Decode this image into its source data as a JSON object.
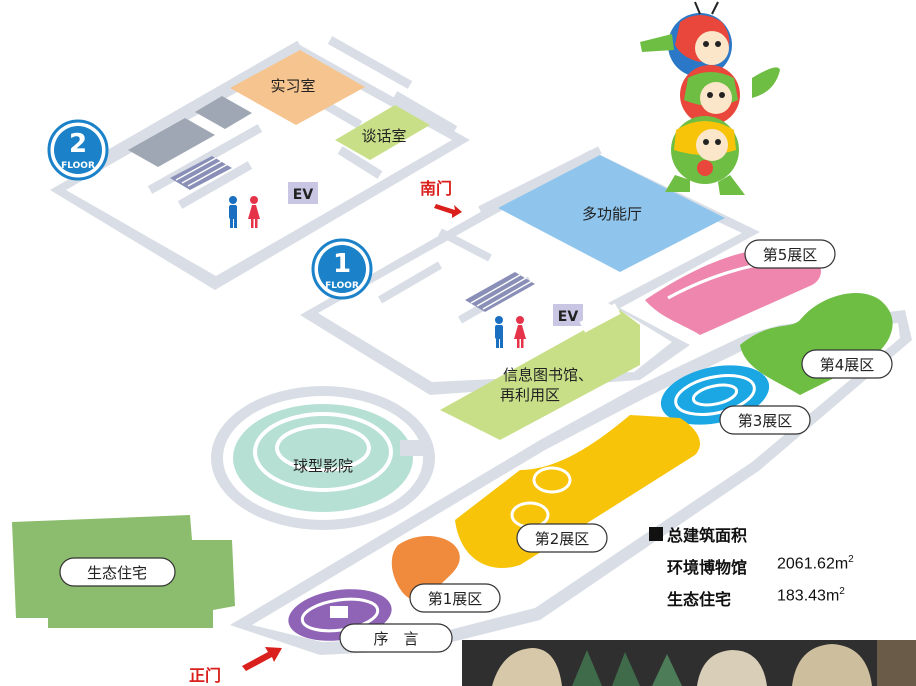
{
  "floors": {
    "floor2": {
      "number": "2",
      "word": "FLOOR"
    },
    "floor1": {
      "number": "1",
      "word": "FLOOR"
    }
  },
  "rooms": {
    "practice_room": "实习室",
    "talk_room": "谈话室",
    "ev2": "EV",
    "ev1": "EV",
    "multi_hall": "多功能厅",
    "library": "信息图书馆、",
    "library_line2": "再利用区",
    "dome_theater": "球型影院",
    "eco_house": "生态住宅",
    "preface": "序　言"
  },
  "exhibits": [
    "第1展区",
    "第2展区",
    "第3展区",
    "第4展区",
    "第5展区"
  ],
  "entrances": {
    "south_gate": "南门",
    "main_gate": "正门"
  },
  "stats": {
    "heading": "总建筑面积",
    "rows": [
      {
        "name": "环境博物馆",
        "value": "2061.62m",
        "sup": "2"
      },
      {
        "name": "生态住宅",
        "value": "183.43m",
        "sup": "2"
      }
    ]
  },
  "colors": {
    "wall": "#d9dee6",
    "practice": "#f6c48e",
    "talk": "#c8df88",
    "multi": "#8fc5ec",
    "library": "#c8df88",
    "theater": "#b5e0d3",
    "eco": "#8cbd6e",
    "ex1": "#f08a3c",
    "ex2": "#f7c40a",
    "ex3": "#1aa7e3",
    "ex4": "#6fbe44",
    "ex5": "#ee86ad",
    "preface": "#8f63b5",
    "badge": "#1b82c9",
    "arrow": "#d9201c"
  }
}
